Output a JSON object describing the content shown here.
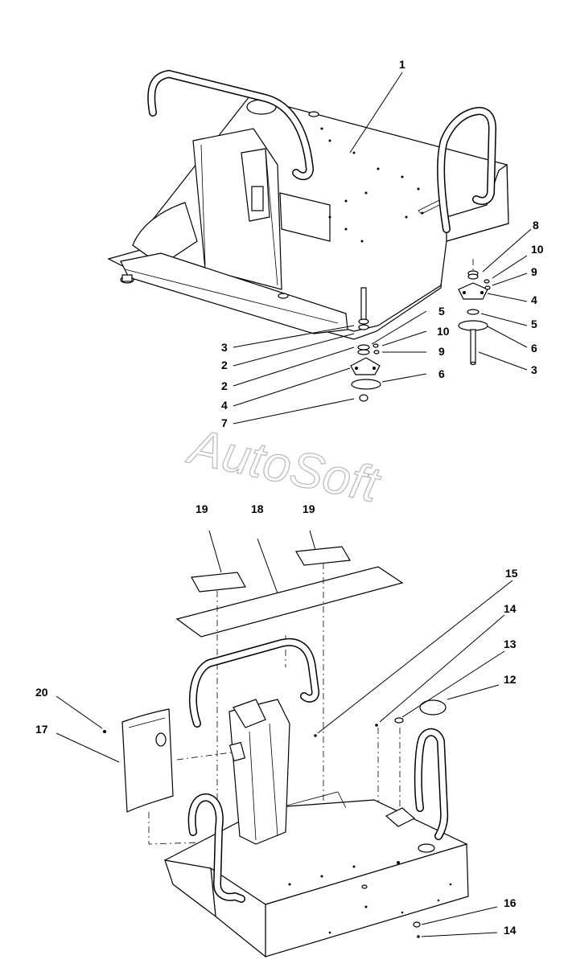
{
  "watermark": "AutoSoft",
  "callouts": {
    "c1": "1",
    "c8": "8",
    "c10a": "10",
    "c9a": "9",
    "c4a": "4",
    "c5a": "5",
    "c6a": "6",
    "c3a": "3",
    "c3b": "3",
    "c2a": "2",
    "c2b": "2",
    "c5b": "5",
    "c10b": "10",
    "c9b": "9",
    "c4b": "4",
    "c6b": "6",
    "c7": "7",
    "c19a": "19",
    "c18": "18",
    "c19b": "19",
    "c15": "15",
    "c14a": "14",
    "c13": "13",
    "c12": "12",
    "c20": "20",
    "c17": "17",
    "c16": "16",
    "c14b": "14"
  }
}
